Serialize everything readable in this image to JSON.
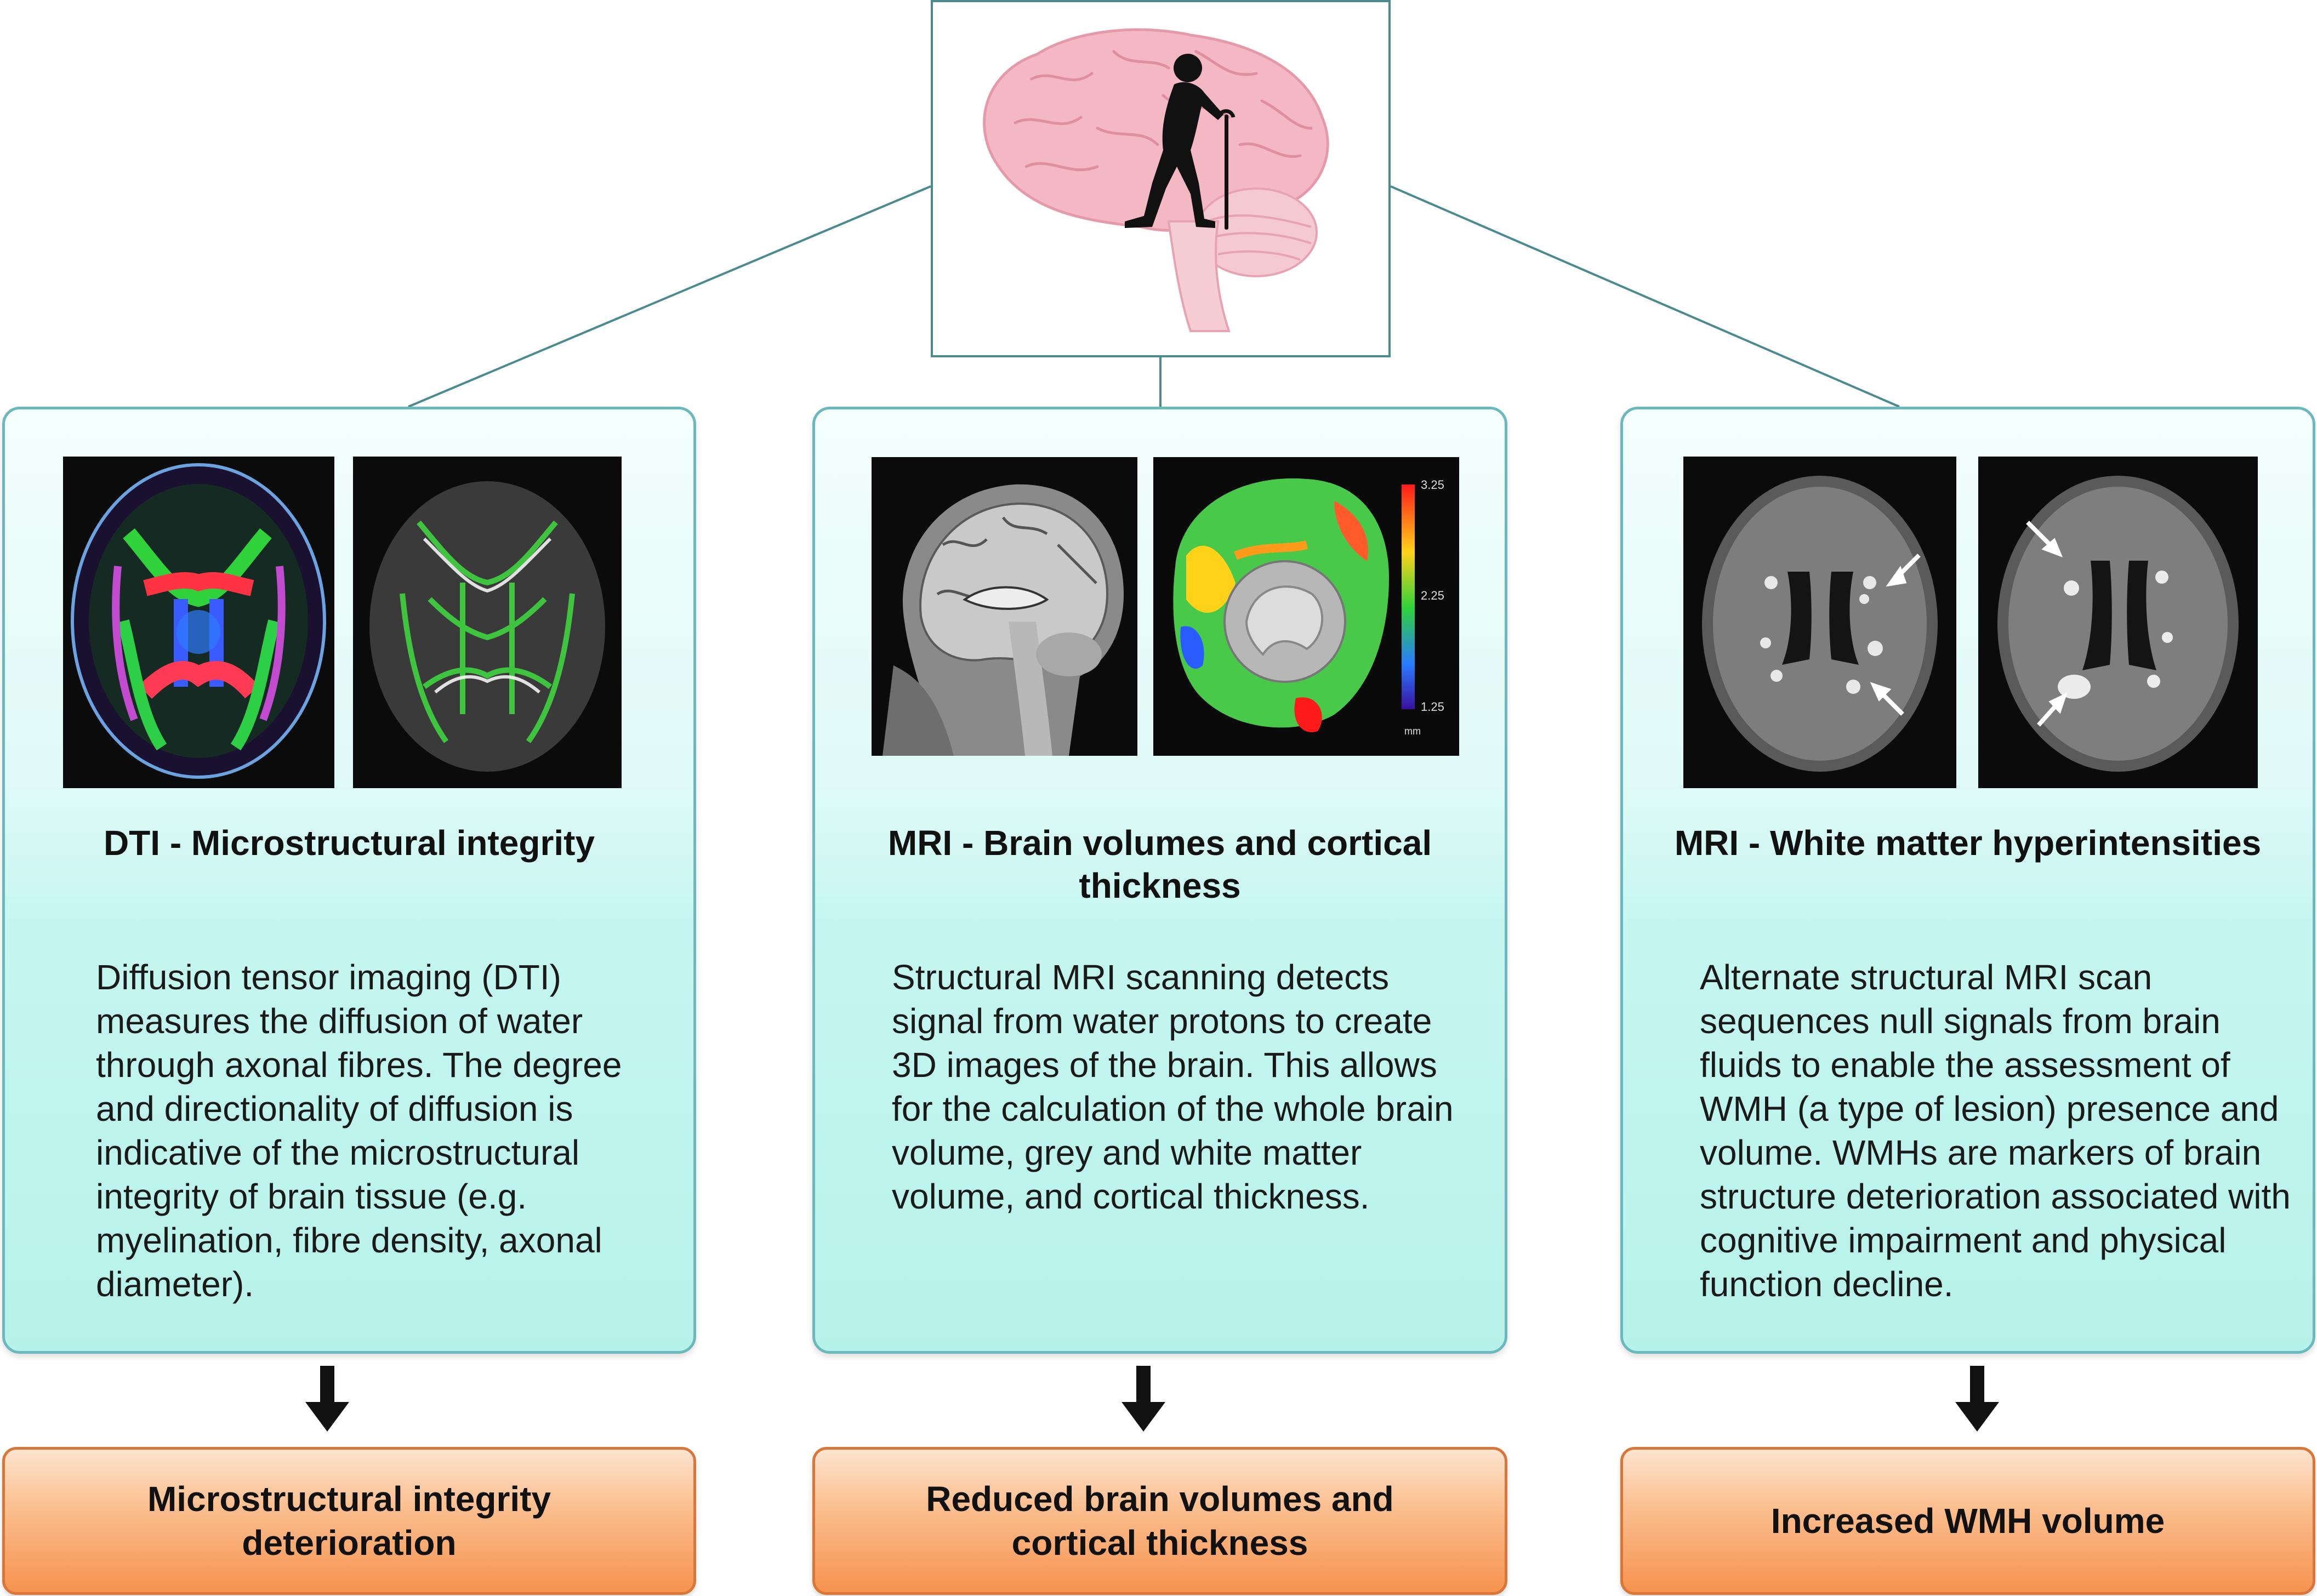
{
  "panels": [
    {
      "title": "DTI - Microstructural integrity",
      "description": "Diffusion tensor imaging (DTI) measures the diffusion of water through axonal fibres. The degree and directionality of diffusion is indicative of the microstructural integrity of brain tissue (e.g. myelination, fibre density, axonal diameter).",
      "outcome": "Microstructural integrity deterioration"
    },
    {
      "title": "MRI - Brain volumes and cortical thickness",
      "description": "Structural MRI scanning detects signal from water protons to create 3D images of the brain. This allows for the calculation of the whole brain volume, grey and white matter volume, and cortical thickness.",
      "outcome": "Reduced brain volumes and cortical thickness",
      "colorbar": {
        "max": "3.25",
        "mid": "2.25",
        "min": "1.25",
        "unit": "mm"
      }
    },
    {
      "title": "MRI - White matter hyperintensities",
      "description": "Alternate structural MRI scan sequences null signals from brain fluids to enable the assessment of WMH (a type of lesion) presence and volume. WMHs are markers of brain structure deterioration associated with cognitive impairment and physical function decline.",
      "outcome": "Increased WMH volume"
    }
  ],
  "colors": {
    "panel_border": "#6bb9bc",
    "outcome_border": "#d9773a",
    "connector": "#4b8a8e"
  }
}
